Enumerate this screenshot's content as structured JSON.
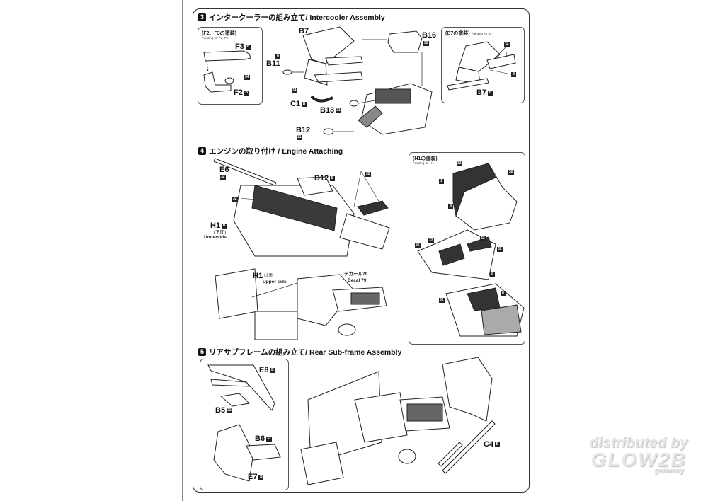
{
  "sheet": {
    "type": "model kit instruction sheet"
  },
  "steps": [
    {
      "number": "3",
      "title": "インタークーラーの組み立て/ Intercooler Assembly",
      "insets": [
        {
          "title": "(F2、F3の塗装)",
          "subtitle": "Painting for F2, F3",
          "labels": [
            {
              "part": "F3",
              "code": "B"
            },
            {
              "part": "F2",
              "code": "B"
            },
            {
              "code": "34"
            }
          ]
        },
        {
          "title": "(B7の塗装)",
          "subtitle": "Painting for B7",
          "labels": [
            {
              "part": "B7",
              "code": "B"
            },
            {
              "code": "34"
            },
            {
              "code": "8"
            }
          ]
        }
      ],
      "parts": [
        {
          "part": "B7",
          "code": ""
        },
        {
          "part": "B16",
          "code": "32"
        },
        {
          "part": "B11",
          "code": "8"
        },
        {
          "part": "C1",
          "code": "B"
        },
        {
          "part": "B13",
          "code": "31"
        },
        {
          "part": "B12",
          "code": "31"
        }
      ],
      "callouts": [
        {
          "code": "34"
        }
      ]
    },
    {
      "number": "4",
      "title": "エンジンの取り付け / Engine Attaching",
      "parts": [
        {
          "part": "E6",
          "code": "32"
        },
        {
          "part": "D12",
          "code": "B"
        },
        {
          "part": "H1",
          "code": "B",
          "note_jp": "(下面)",
          "note_en": "Underside"
        },
        {
          "part": "H1",
          "code": "",
          "note_jp": "(上面)",
          "note_en": "Upper side"
        }
      ],
      "decal": {
        "jp": "デカール79",
        "en": "Decal 79"
      },
      "callouts": [
        {
          "code": "32"
        },
        {
          "code": "32"
        }
      ],
      "insets": [
        {
          "title": "(H1の塗装)",
          "subtitle": "Painting for H1",
          "labels": [
            {
              "code": "32"
            },
            {
              "code": "1"
            },
            {
              "code": "32"
            },
            {
              "code": "8"
            },
            {
              "code": "32"
            },
            {
              "code": "32"
            },
            {
              "code": "32"
            },
            {
              "code": "32"
            },
            {
              "code": "8"
            },
            {
              "code": "32"
            },
            {
              "code": "8"
            }
          ]
        }
      ]
    },
    {
      "number": "5",
      "title": "リアサブフレームの組み立て/ Rear Sub-frame Assembly",
      "parts": [
        {
          "part": "E8",
          "code": "B"
        },
        {
          "part": "B5",
          "code": "32"
        },
        {
          "part": "B6",
          "code": "32"
        },
        {
          "part": "E7",
          "code": "B"
        },
        {
          "part": "C4",
          "code": "B"
        }
      ]
    }
  ],
  "watermark": {
    "line1": "distributed by",
    "line2": "GLOW2B",
    "line3": "germany"
  }
}
